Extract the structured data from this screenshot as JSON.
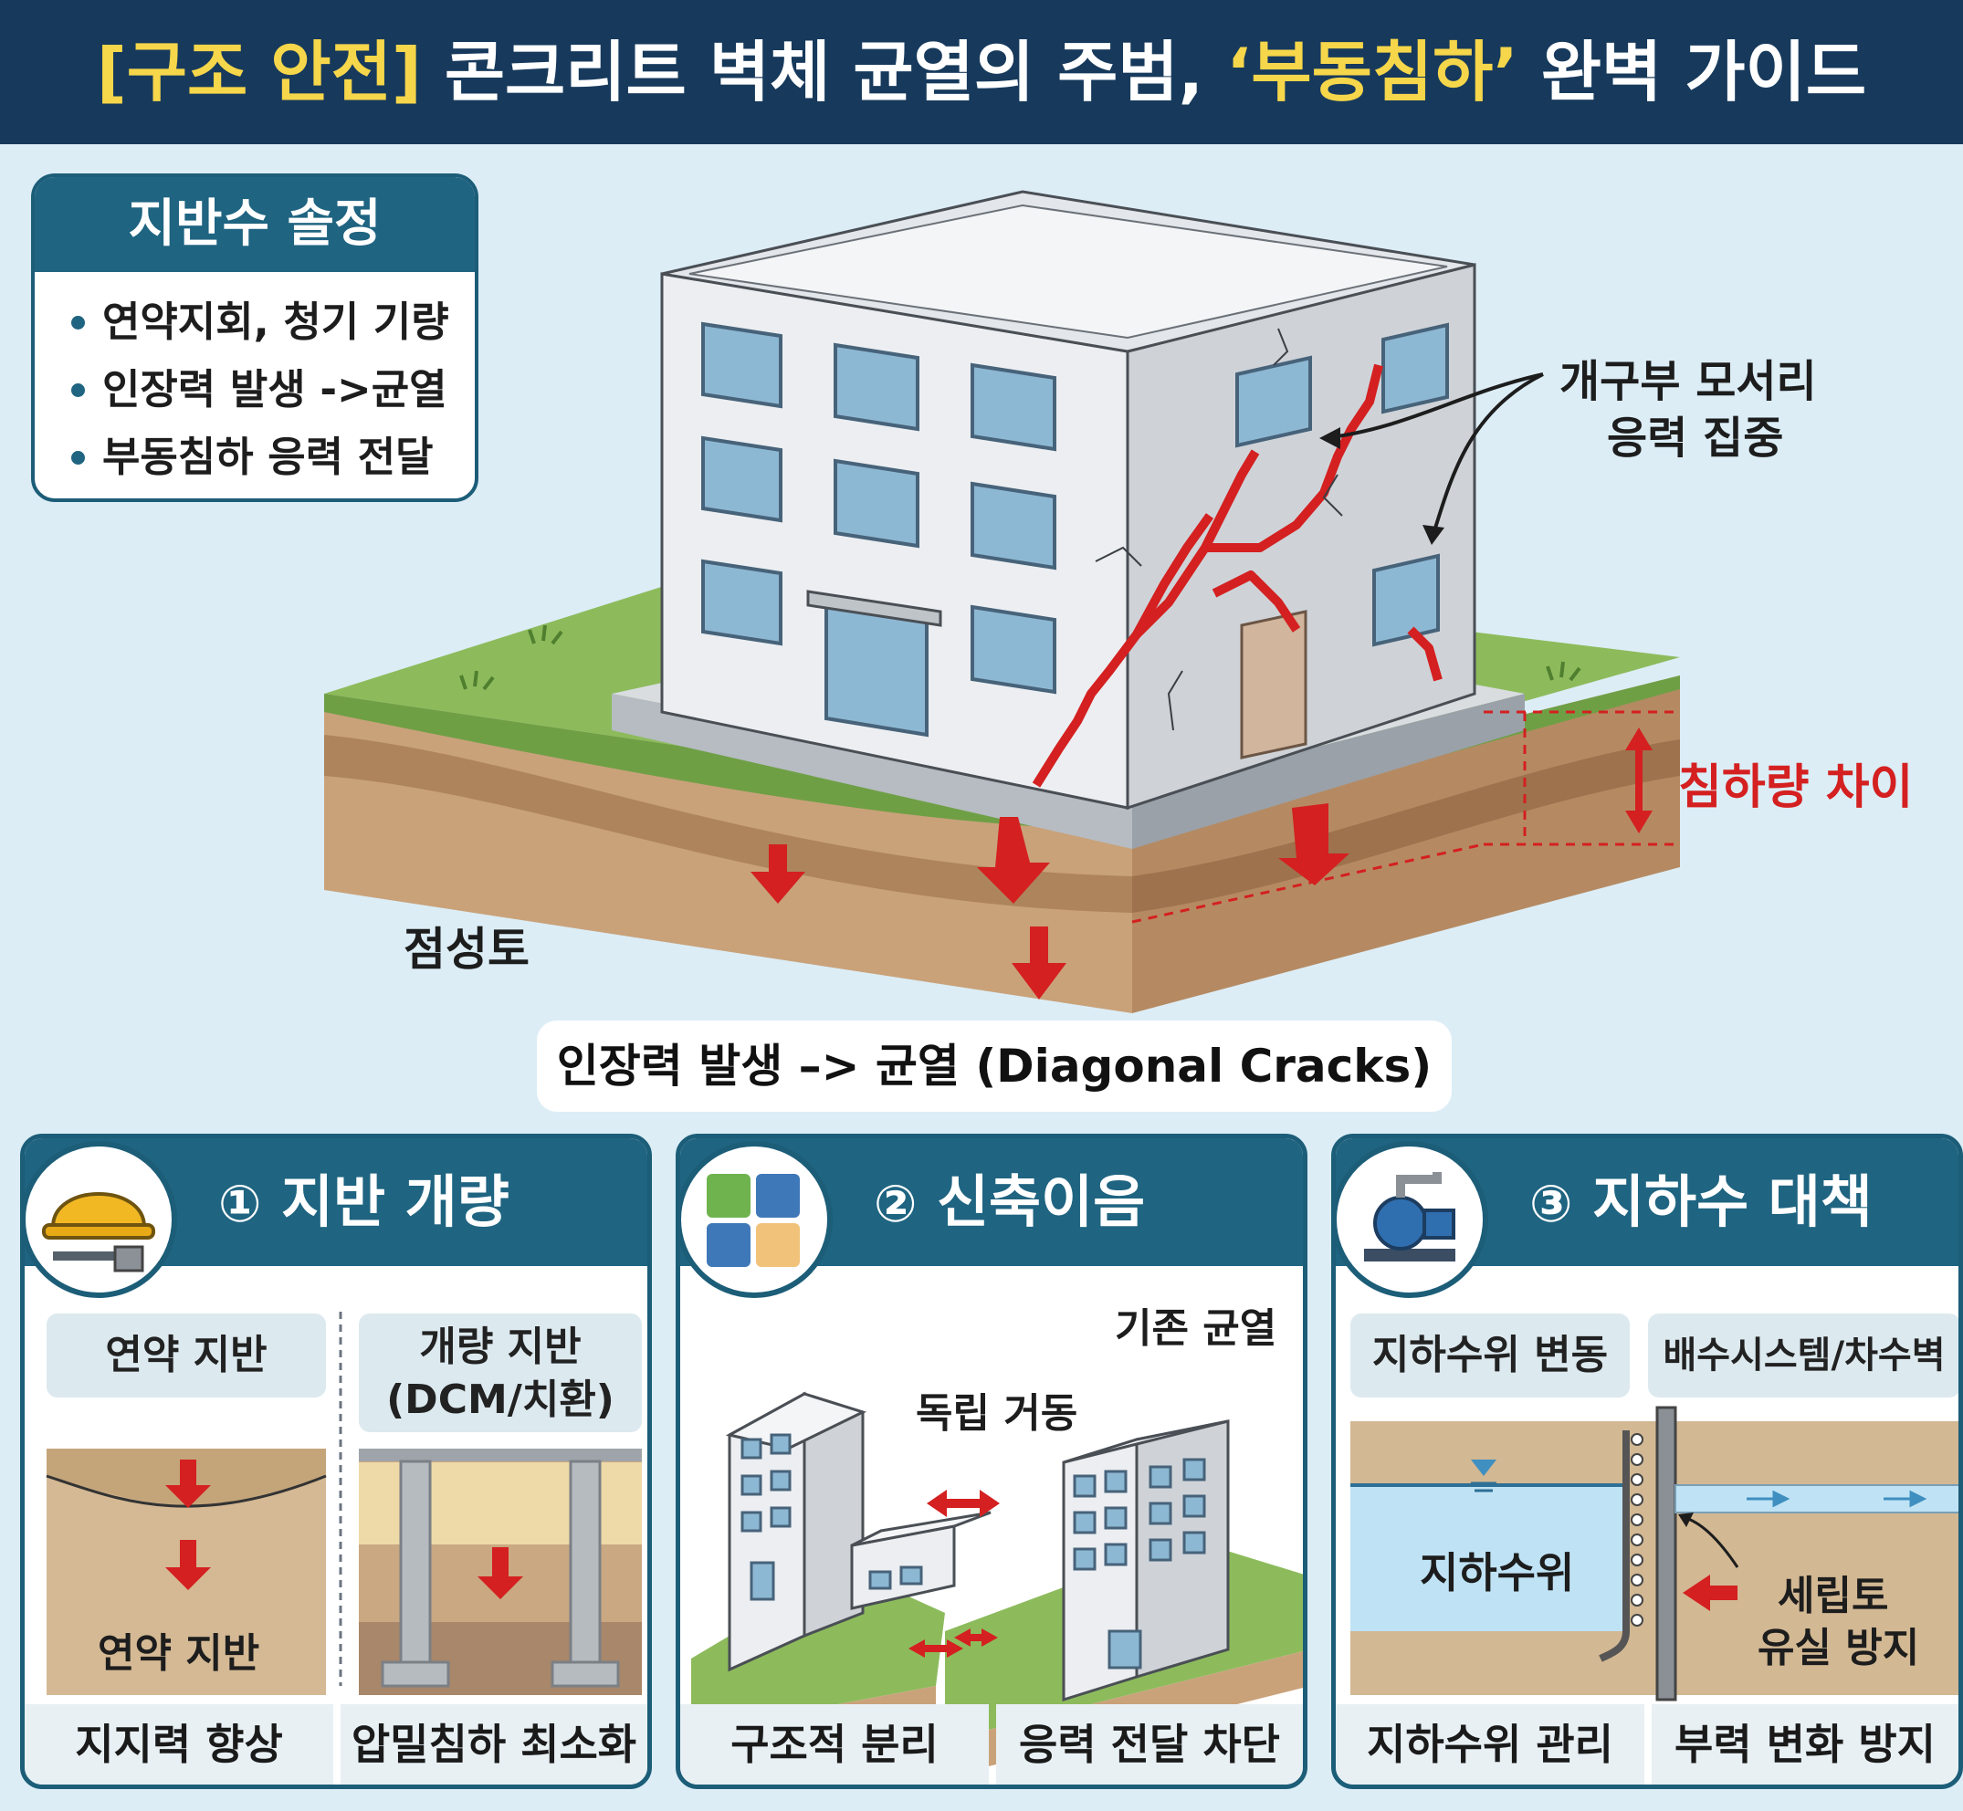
{
  "header": {
    "title_bracket": "[구조 안전]",
    "title_mid": "콘크리트 벽체 균열의 주범, ",
    "title_highlight": "‘부동침하’",
    "title_end": " 완벽 가이드"
  },
  "info_box": {
    "title": "지반수 솔정",
    "items": [
      "연약지회, 청기 기량",
      "인장력 발생 ->균열",
      "부동침하 응력 전달"
    ]
  },
  "diagram": {
    "callout_opening": [
      "개구부 모서리",
      "응력 집중"
    ],
    "settlement_label": "침하량 차이",
    "soil_label": "점성토",
    "caption": "인장력 발생 –> 균열 (Diagonal Cracks)"
  },
  "panels": [
    {
      "number": "①",
      "title": "지반 개량",
      "icon": "hardhat-tools-icon",
      "tag_left": "연약 지반",
      "tag_right": [
        "개량 지반",
        "(DCM/치환)"
      ],
      "soil_label": "연약 지반",
      "footer_left": "지지력 향상",
      "footer_right": "압밀침하 최소화"
    },
    {
      "number": "②",
      "title": "신축이음",
      "icon": "puzzle-icon",
      "label_crack": "기존 균열",
      "label_move": "독립 거동",
      "footer_left": "구조적 분리",
      "footer_right": "응력 전달 차단"
    },
    {
      "number": "③",
      "title": "지하수 대책",
      "icon": "water-pump-icon",
      "tag_left": "지하수위 변동",
      "tag_right": "배수시스템/차수벽",
      "water_label": "지하수위",
      "callout": [
        "세립토",
        "유실 방지"
      ],
      "footer_left": "지하수위 관리",
      "footer_right": "부력 변화 방지"
    }
  ],
  "colors": {
    "header_bg": "#173a5c",
    "highlight": "#f6d64a",
    "accent_teal": "#1f6481",
    "crack_red": "#d42020",
    "background": "#dcedf6"
  }
}
